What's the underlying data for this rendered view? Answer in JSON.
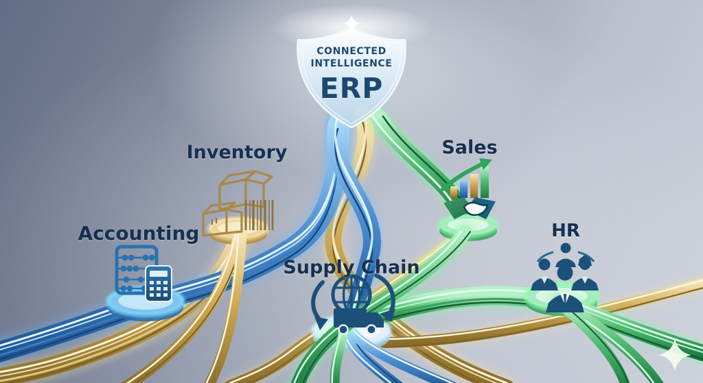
{
  "shield": {
    "line1": "CONNECTED",
    "line2": "INTELLIGENCE",
    "line3": "ERP",
    "icon": "shield-icon"
  },
  "modules": {
    "inventory": {
      "label": "Inventory",
      "icon": "boxes-barcode-icon",
      "accent": "#c9a154"
    },
    "sales": {
      "label": "Sales",
      "icon": "growth-chart-handshake-icon",
      "accent": "#3fae5e"
    },
    "accounting": {
      "label": "Accounting",
      "icon": "abacus-calculator-icon",
      "accent": "#3f8fd8"
    },
    "supply_chain": {
      "label": "Supply Chain",
      "icon": "globe-truck-logistics-icon",
      "accent": "#bfe4f2"
    },
    "hr": {
      "label": "HR",
      "icon": "people-network-icon",
      "accent": "#3fae5e"
    }
  },
  "decorations": {
    "sparkle_icon": "four-point-sparkle-icon"
  },
  "colors": {
    "cable_blue": "#3b78c2",
    "cable_gold": "#c8a554",
    "cable_green": "#46b46a",
    "label_text": "#16304e",
    "shield_text": "#1d4971",
    "background_top": "#636c86",
    "background_bottom": "#ced2dc"
  }
}
